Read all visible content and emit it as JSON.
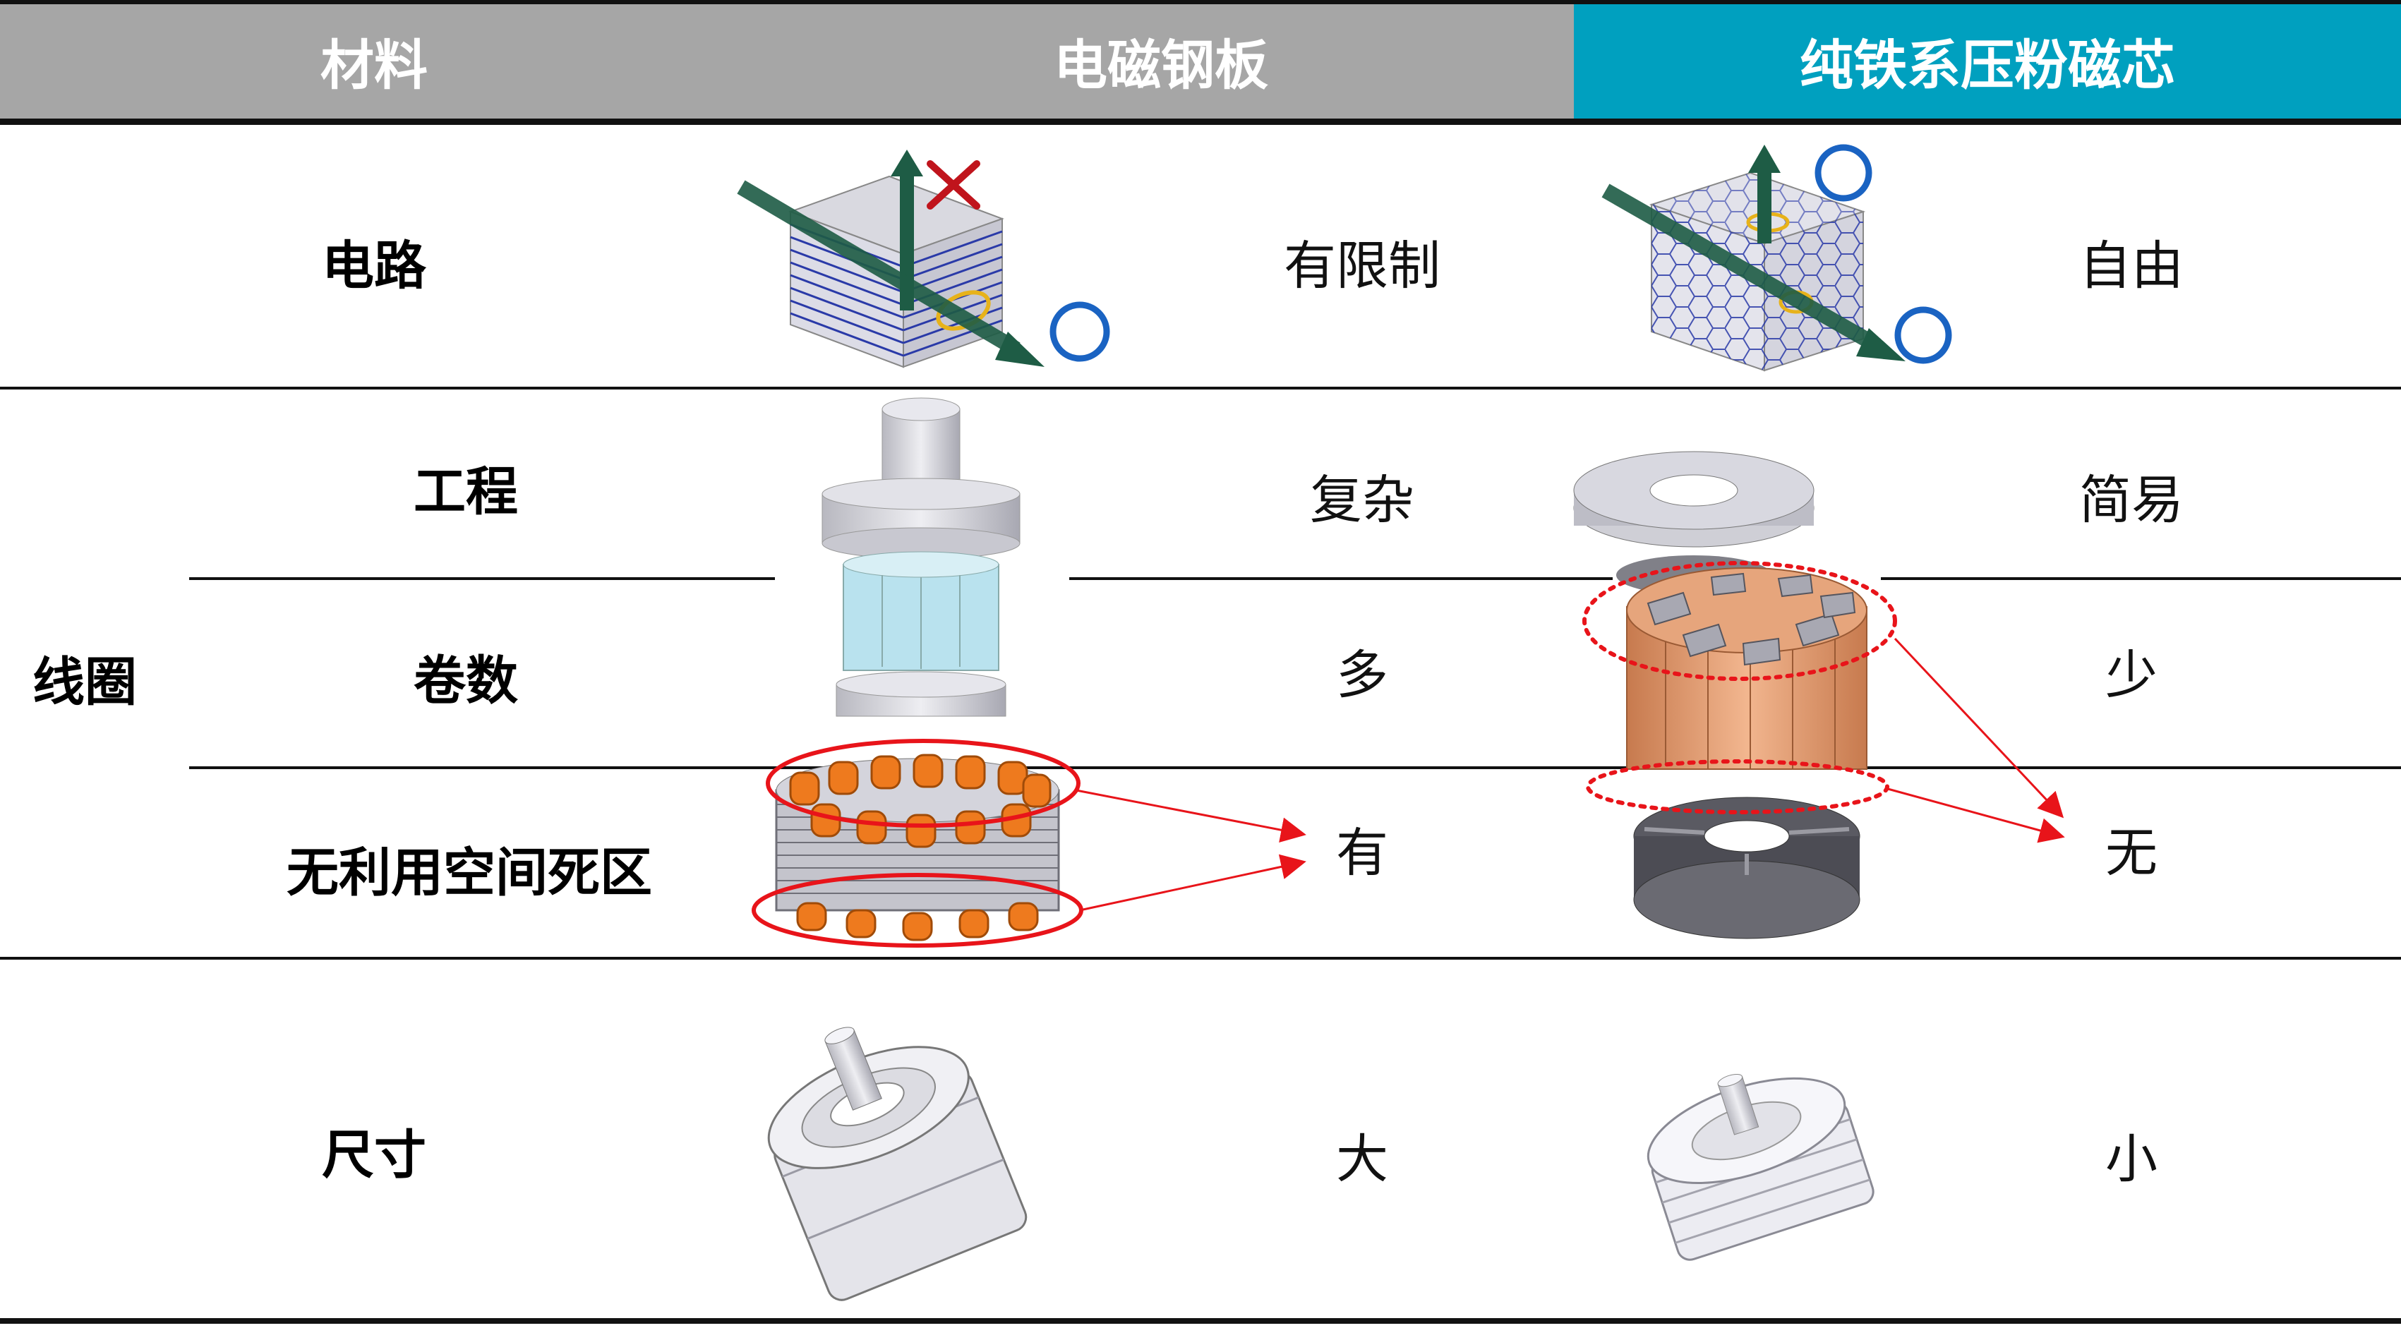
{
  "header": {
    "material": "材料",
    "steel": "电磁钢板",
    "powder": "纯铁系压粉磁芯"
  },
  "rows": {
    "circuit": {
      "label": "电路",
      "steel_value": "有限制",
      "powder_value": "自由"
    },
    "coil": {
      "group_label": "线圈",
      "engineering": {
        "label": "工程",
        "steel_value": "复杂",
        "powder_value": "简易"
      },
      "turns": {
        "label": "卷数",
        "steel_value": "多",
        "powder_value": "少"
      },
      "dead_space": {
        "label": "无利用空间死区",
        "steel_value": "有",
        "powder_value": "无"
      }
    },
    "size": {
      "label": "尺寸",
      "steel_value": "大",
      "powder_value": "小"
    }
  },
  "colors": {
    "header_gray": "#a6a6a6",
    "header_teal": "#00a0bf",
    "arrow_green": "#1e5c45",
    "mark_blue": "#1a63c2",
    "mark_red": "#c0141c",
    "highlight_red": "#e8141a"
  },
  "icons": {
    "cross_mark": "red-x-icon",
    "ok_mark": "blue-circle-icon"
  }
}
